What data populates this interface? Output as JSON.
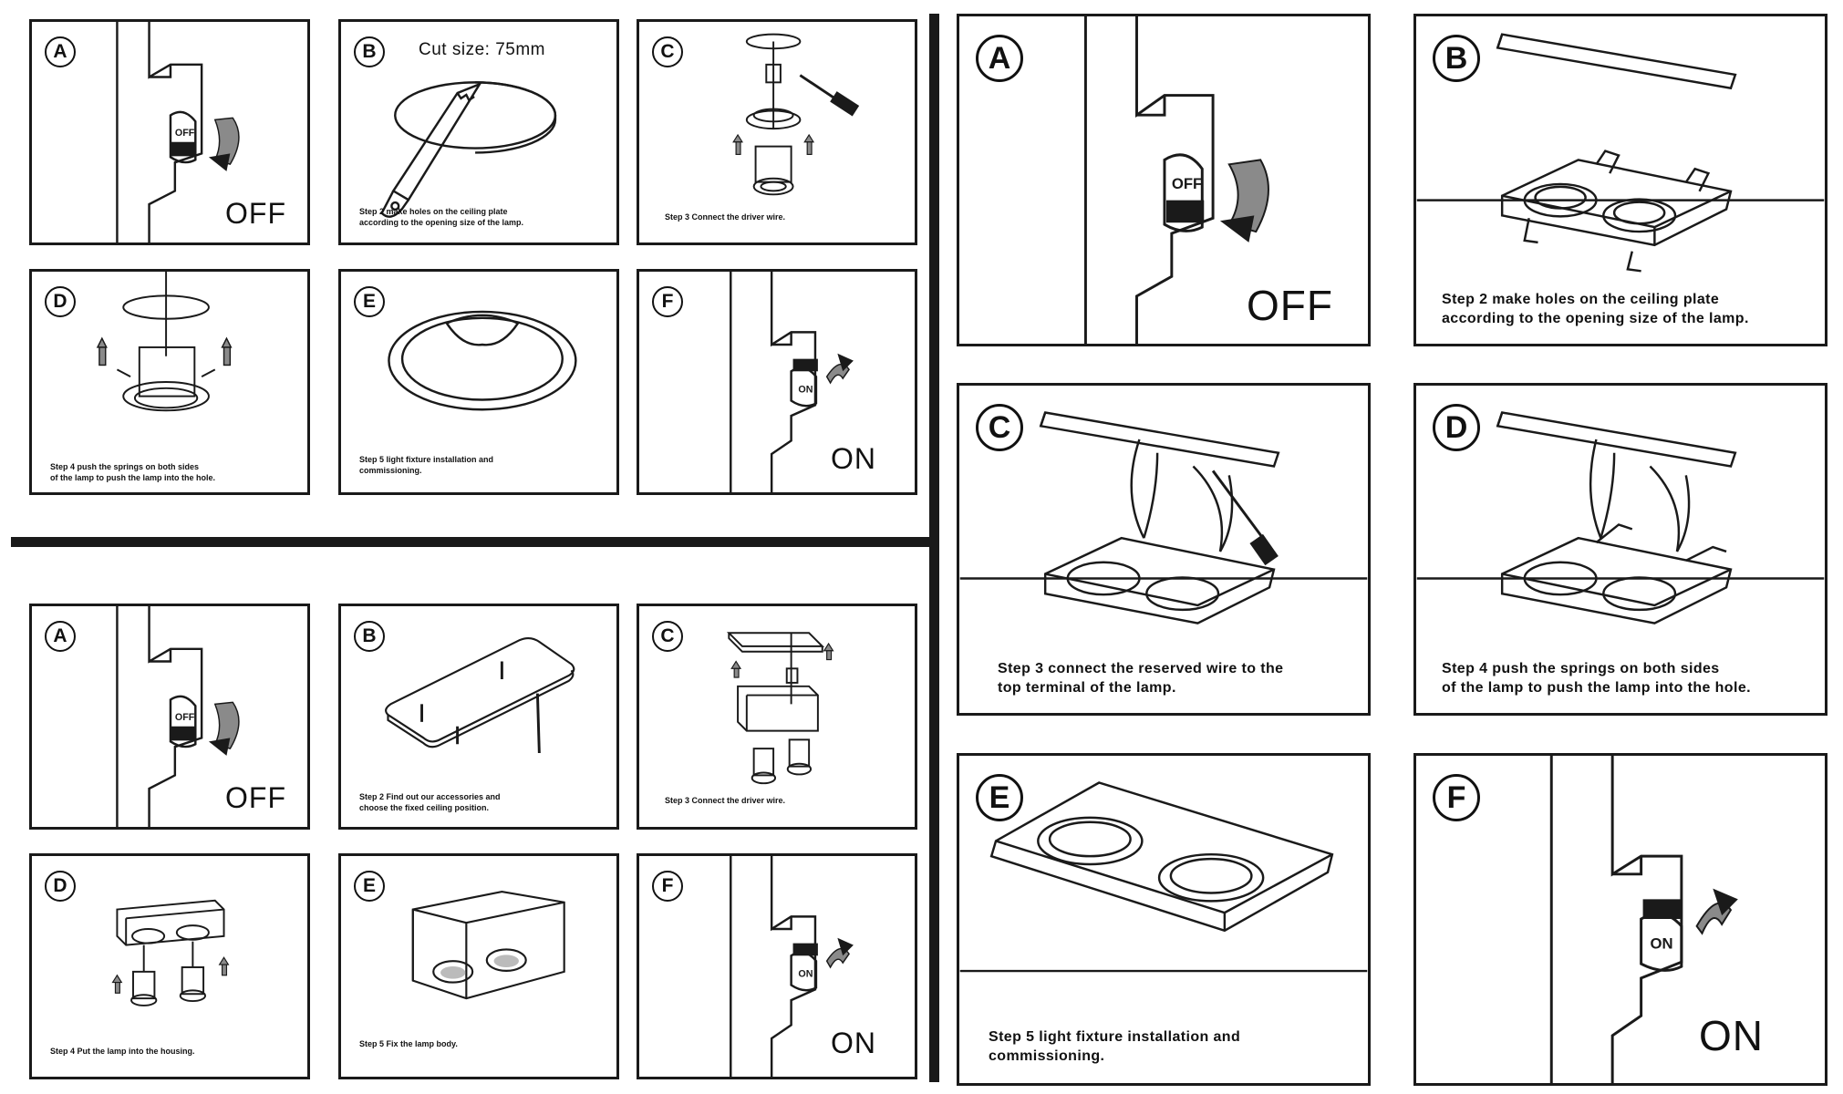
{
  "instructions": {
    "round_recessed": {
      "A": {
        "letter": "A",
        "state": "OFF",
        "switch_text": "OFF"
      },
      "B": {
        "letter": "B",
        "note": "Cut size: 75mm",
        "caption": "Step 2 make holes on the ceiling plate\naccording to the opening size of the lamp."
      },
      "C": {
        "letter": "C",
        "caption": "Step 3 Connect the driver wire."
      },
      "D": {
        "letter": "D",
        "caption": "Step 4 push the springs on both sides\nof the lamp to push the lamp into the hole."
      },
      "E": {
        "letter": "E",
        "caption": "Step 5 light fixture installation and\ncommissioning."
      },
      "F": {
        "letter": "F",
        "state": "ON",
        "switch_text": "ON"
      }
    },
    "surface_mounted": {
      "A": {
        "letter": "A",
        "state": "OFF",
        "switch_text": "OFF"
      },
      "B": {
        "letter": "B",
        "caption": "Step 2 Find out our accessories and\nchoose the fixed ceiling position."
      },
      "C": {
        "letter": "C",
        "caption": "Step 3 Connect the driver wire."
      },
      "D": {
        "letter": "D",
        "caption": "Step 4 Put the lamp into the housing."
      },
      "E": {
        "letter": "E",
        "caption": "Step 5 Fix the lamp body."
      },
      "F": {
        "letter": "F",
        "state": "ON",
        "switch_text": "ON"
      }
    },
    "double_recessed": {
      "A": {
        "letter": "A",
        "state": "OFF",
        "switch_text": "OFF"
      },
      "B": {
        "letter": "B",
        "caption": "Step 2 make holes on the ceiling plate\naccording to the opening size of the lamp."
      },
      "C": {
        "letter": "C",
        "caption": "Step 3 connect the reserved wire to the\ntop terminal of the lamp."
      },
      "D": {
        "letter": "D",
        "caption": "Step 4 push the springs on both sides\nof the lamp to push the lamp into the hole."
      },
      "E": {
        "letter": "E",
        "caption": "Step 5 light fixture installation and\ncommissioning."
      },
      "F": {
        "letter": "F",
        "state": "ON",
        "switch_text": "ON"
      }
    }
  },
  "colors": {
    "line": "#1a1a1a",
    "arrow_fill": "#8a8a8a",
    "background": "#ffffff"
  },
  "icons": {
    "switch_off": "wall-switch-off-icon",
    "switch_on": "wall-switch-on-icon",
    "saw": "saw-icon",
    "screwdriver": "screwdriver-icon",
    "downlight": "downlight-icon",
    "up_arrow": "up-arrow-icon"
  }
}
